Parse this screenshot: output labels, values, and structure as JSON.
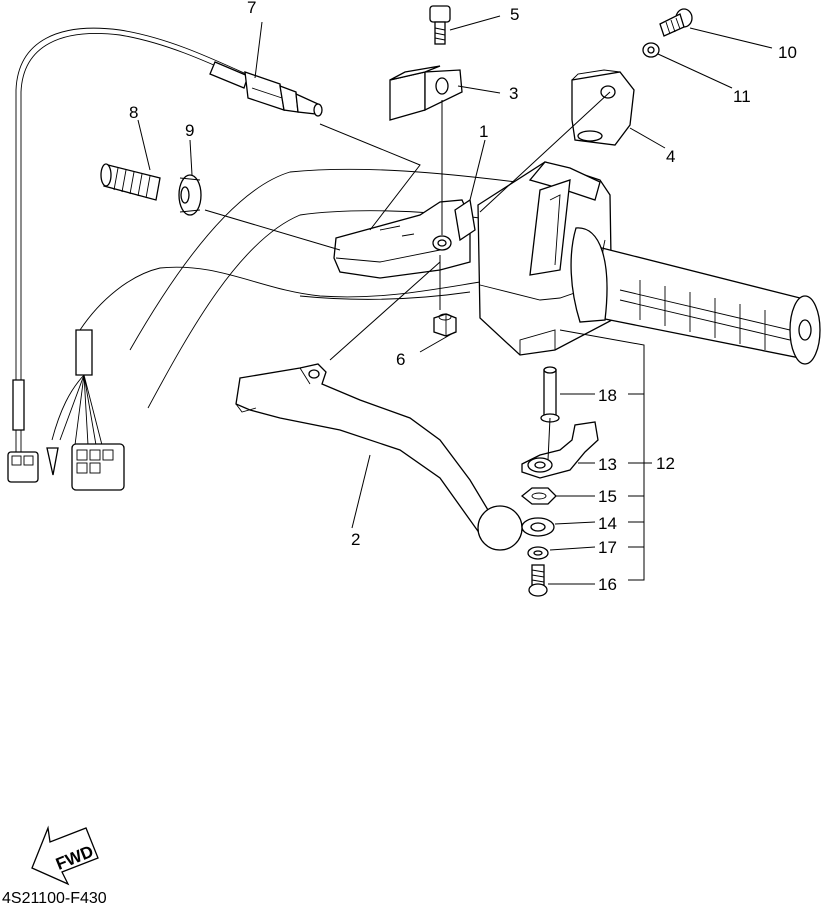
{
  "diagram_code": "4S21100-F430",
  "fwd_arrow_text": "FWD",
  "callouts": {
    "c1": "1",
    "c2": "2",
    "c3": "3",
    "c4": "4",
    "c5": "5",
    "c6": "6",
    "c7": "7",
    "c8": "8",
    "c9": "9",
    "c10": "10",
    "c11": "11",
    "c12": "12",
    "c13": "13",
    "c14": "14",
    "c15": "15",
    "c16": "16",
    "c17": "17",
    "c18": "18"
  }
}
